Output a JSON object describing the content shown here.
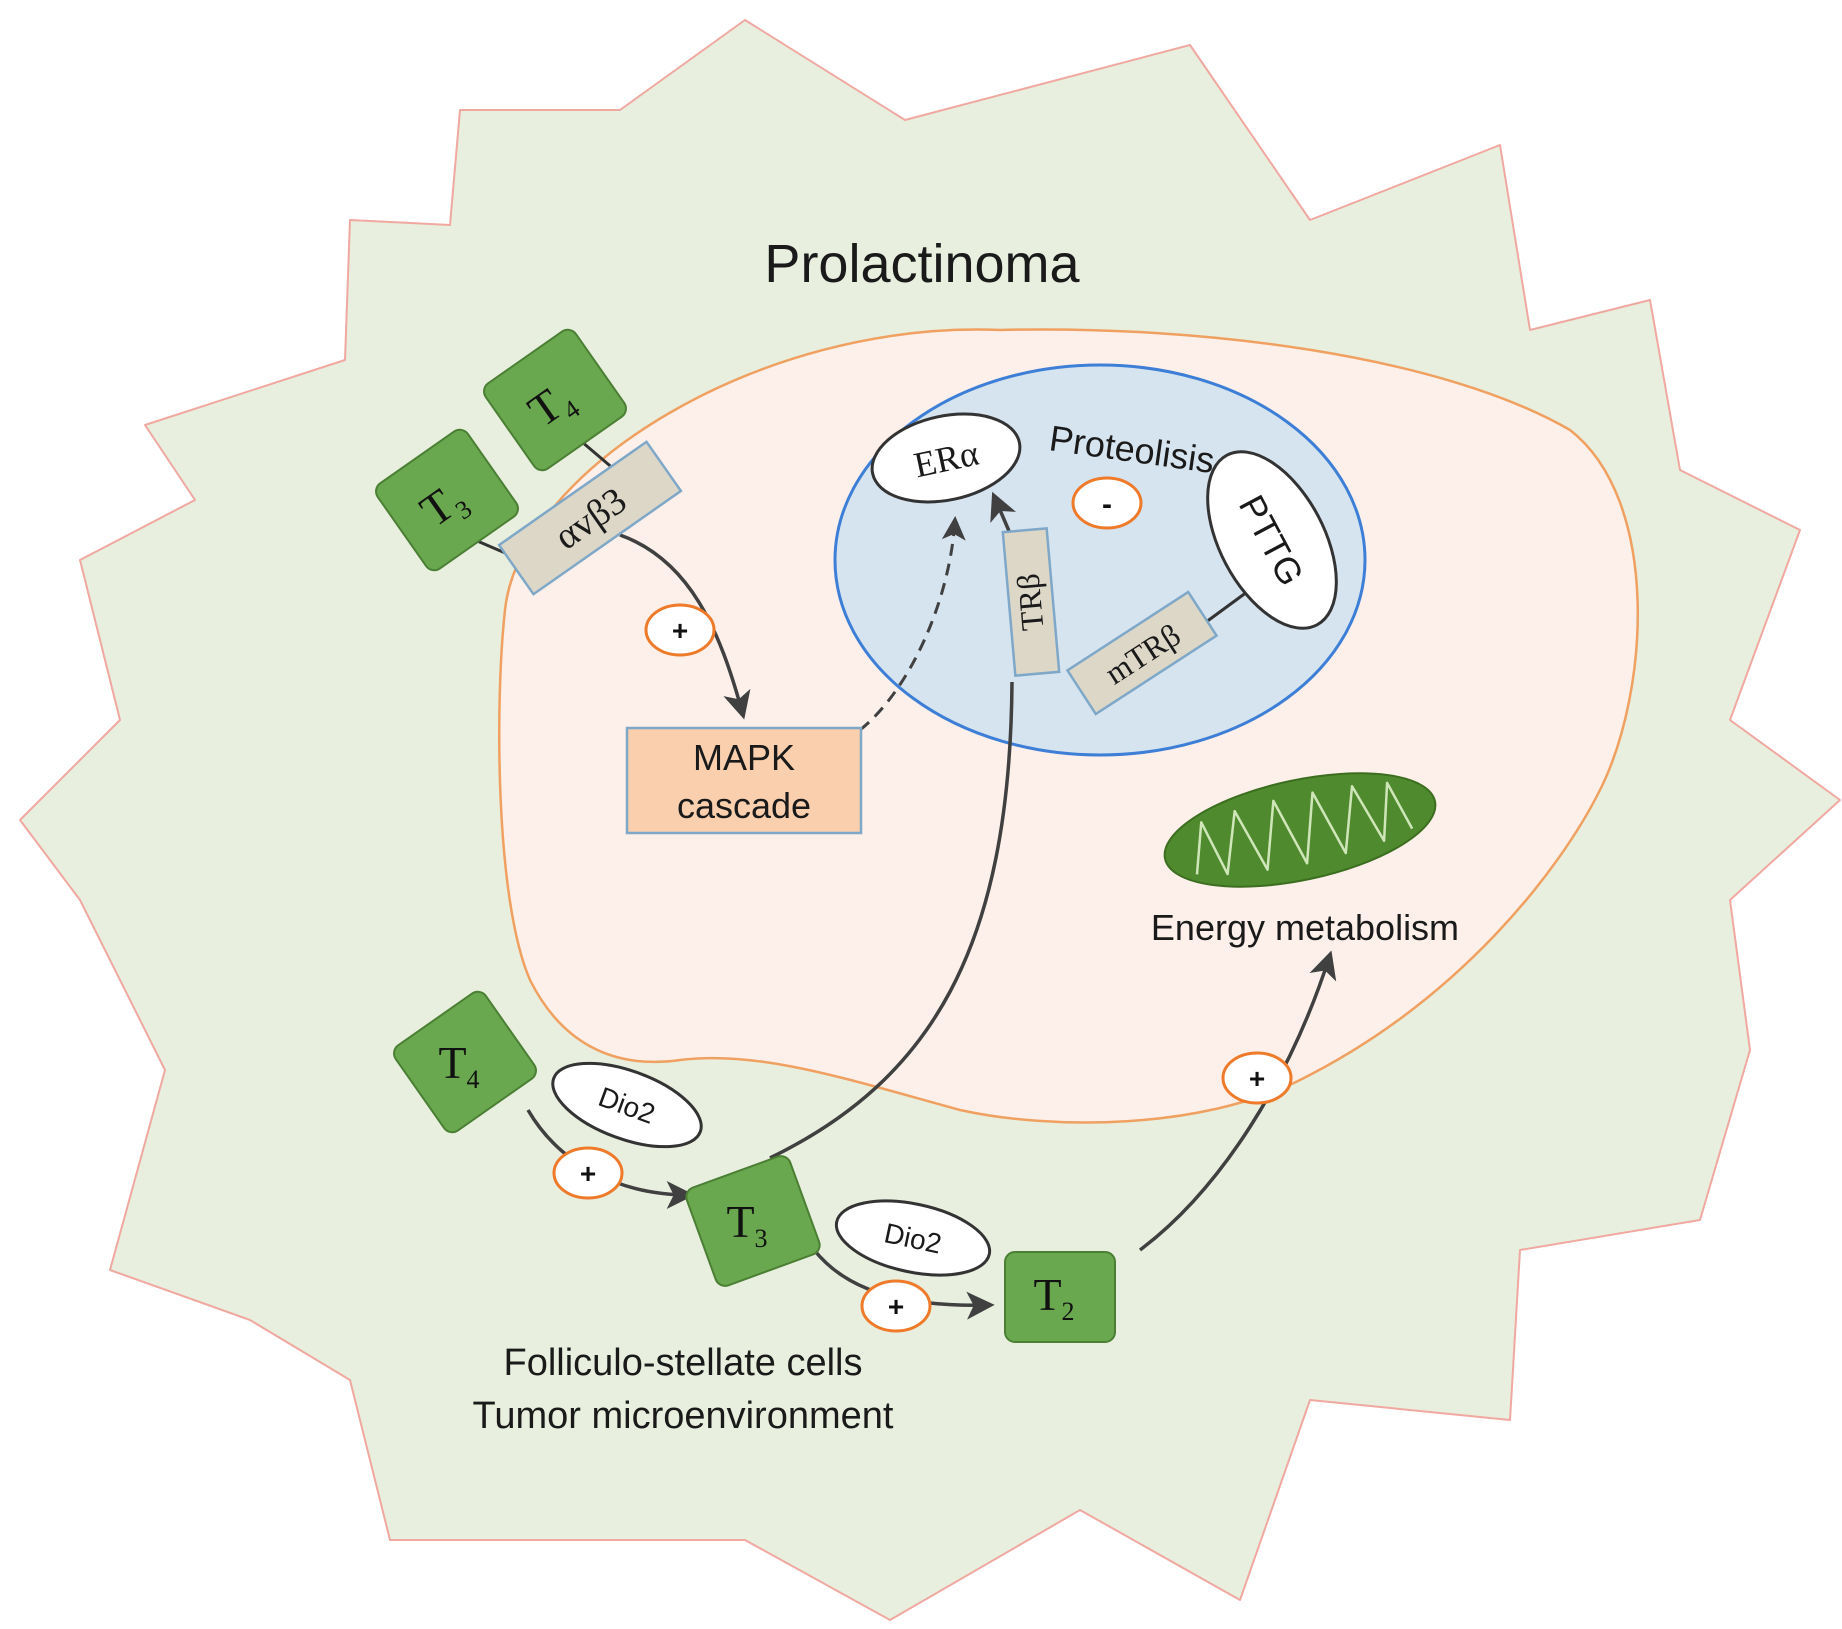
{
  "title": "Prolactinoma",
  "labels": {
    "proteolysis": "Proteolisis",
    "mapk_line1": "MAPK",
    "mapk_line2": "cascade",
    "energy": "Energy metabolism",
    "fs_line1": "Folliculo-stellate cells",
    "fs_line2": "Tumor microenvironment"
  },
  "receptors": {
    "integrin": "αvβ3",
    "tr_beta": "TRβ",
    "mtr_beta": "mTRβ",
    "er_alpha": "ERα",
    "pttg": "PTTG"
  },
  "hormones": {
    "t": "T",
    "t3_sub": "3",
    "t4_sub": "4",
    "t2_sub": "2"
  },
  "enzymes": {
    "dio2": "Dio2"
  },
  "signs": {
    "plus": "+",
    "minus": "-"
  },
  "colors": {
    "cell_fill": "#e8efde",
    "cell_stroke": "#f0a8a0",
    "cytoplasm_fill": "#fdf0ea",
    "cytoplasm_stroke": "#f0a060",
    "nucleus_fill": "#d6e4f0",
    "nucleus_stroke": "#3d7fd6",
    "hormone_fill": "#6aa84f",
    "hormone_stroke": "#4a7f34",
    "receptor_fill": "#ddd7c8",
    "receptor_stroke": "#7fa8c8",
    "mapk_fill": "#f9cfae",
    "sign_stroke": "#ee7a2a",
    "arrow": "#404040",
    "mito_fill": "#4f8a2e"
  }
}
